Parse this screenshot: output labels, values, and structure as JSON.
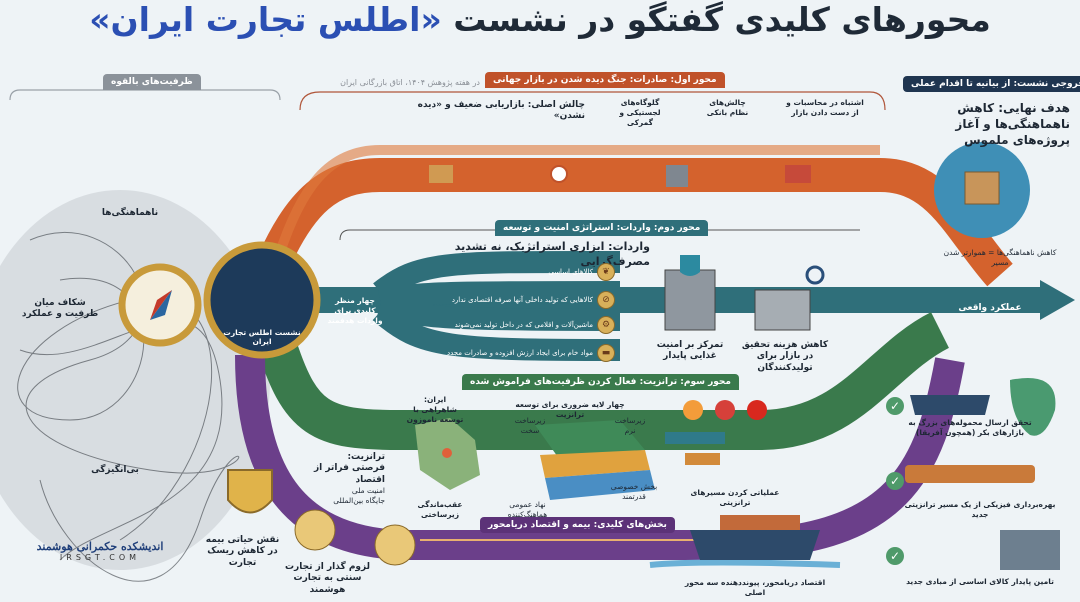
{
  "title": {
    "main": "محورهای کلیدی گفتگو در نشست ",
    "highlight": "«اطلس تجارت ایران»"
  },
  "subtitle": "در هفته پژوهش ۱۴۰۴، اتاق بازرگانی ایران",
  "left": {
    "header": "ظرفیت‌های بالقوه",
    "labels": [
      "ناهماهنگی‌ها",
      "شکاف میان ظرفیت و عملکرد",
      "بی‌انگیزگی"
    ],
    "hub": "نشست اطلس تجارت ایران",
    "icons": [
      "compass-icon",
      "summit-hall-icon"
    ]
  },
  "axis1": {
    "header": "محور اول: صادرات: جنگ دیده شدن در بازار جهانی",
    "items": [
      "چالش اصلی: بازاریابی ضعیف و «دیده نشدن»",
      "گلوگاه‌های لجستیکی و گمرکی",
      "چالش‌های نظام بانکی",
      "اشتباه در محاسبات و از دست دادن بازار"
    ],
    "color": "#d4622d"
  },
  "axis2": {
    "header": "محور دوم: واردات: استراتژی امنیت و توسعه",
    "subheading": "واردات: ابزاری استراتژیک، نه تشدید مصرف‌گرایی",
    "lens": "چهار منظر کلیدی برای واردات هدفمند",
    "items": [
      "کالاهای اساسی",
      "کالاهایی که تولید داخلی آنها صرفه اقتصادی ندارد",
      "ماشین‌آلات و اقلامی که در داخل تولید نمی‌شوند",
      "مواد خام برای ایجاد ارزش افزوده و صادرات مجدد"
    ],
    "fortress": "تمرکز بر امنیت غذایی پایدار",
    "factory": "کاهش هزینه تحقیق در بازار برای تولیدکنندگان",
    "result": "عملکرد واقعی",
    "color": "#2f6f7a"
  },
  "axis3": {
    "header": "محور سوم: ترانزیت: فعال کردن ظرفیت‌های فراموش شده",
    "iran": "ایران: شاهراهی با توسعه ناموزون",
    "backward": "عقب‌ماندگی زیرساختی",
    "layers_title": "چهار لایه ضروری برای توسعه ترانزیت",
    "layers": [
      "زیرساخت سخت",
      "زیرساخت نرم",
      "نهاد عمومی هماهنگ‌کننده",
      "بخش خصوصی قدرتمند"
    ],
    "operational": "عملیاتی کردن مسیرهای ترانزیتی",
    "transit_title": "ترانزیت:",
    "transit_sub": "فرصتی فراتر از اقتصاد",
    "transit_points": [
      "امنیت ملی",
      "جایگاه بین‌المللی"
    ],
    "color": "#3a7a4c"
  },
  "axis4": {
    "header": "بخش‌های کلیدی: بیمه و اقتصاد دریامحور",
    "insurance": "نقش حیاتی بیمه در کاهش ریسک تجارت",
    "smart": "لزوم گذار از تجارت سنتی به تجارت هوشمند",
    "maritime": "اقتصاد دریامحور، پیونددهنده سه محور اصلی",
    "color": "#6b3f8a"
  },
  "outcome": {
    "header": "خروجی نشست: از بیانیه تا اقدام عملی",
    "goal": "هدف نهایی: کاهش ناهماهنگی‌ها و آغاز پروژه‌های ملموس",
    "equation": "کاهش ناهماهنگی‌ها = هموارتر شدن مسیر",
    "results": [
      "تحقق ارسال محموله‌های بزرگ به بازارهای بکر (همچون آفریقا)",
      "بهره‌برداری فیزیکی از یک مسیر ترانزیتی جدید",
      "تامین پایدار کالای اساسی از مبادی جدید"
    ]
  },
  "logo": {
    "name": "اندیشکده حکمرانی هوشمند",
    "url": "IRSGT.COM"
  }
}
